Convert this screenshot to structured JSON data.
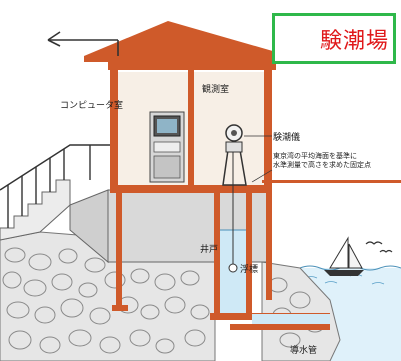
{
  "title": "験潮場",
  "labels": {
    "computer_room": "コンピュータ室",
    "observation_room": "観測室",
    "tide_gauge": "験潮儀",
    "datum_line1": "東京湾の平均海面を基準に",
    "datum_line2": "水準測量で高さを求めた固定点",
    "well": "井戸",
    "float": "浮標",
    "intake_pipe": "導水管"
  },
  "colors": {
    "title_border": "#2fb84a",
    "title_text": "#e0191b",
    "building": "#cf5a2a",
    "wall_fill": "#f6ece2",
    "rock": "#e9e9e9",
    "water": "#bfe3f4"
  }
}
